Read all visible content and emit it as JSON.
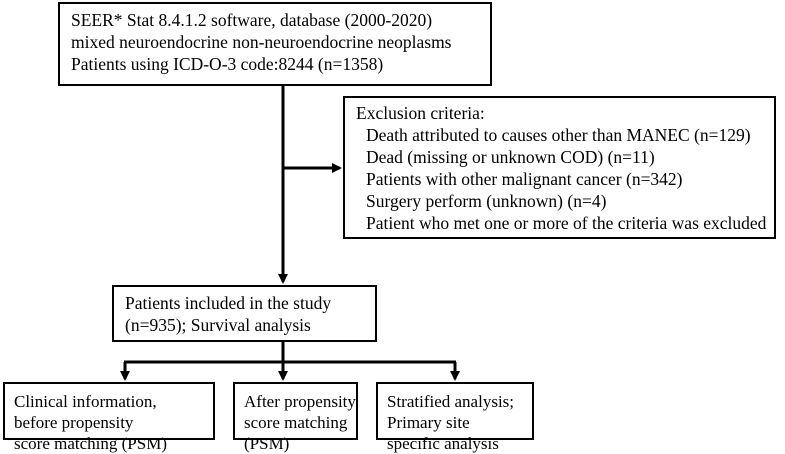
{
  "source": {
    "lines": [
      "SEER* Stat 8.4.1.2 software, database (2000-2020)",
      "mixed neuroendocrine non-neuroendocrine neoplasms",
      "Patients using ICD-O-3 code:8244 (n=1358)"
    ]
  },
  "exclusion": {
    "title": "Exclusion criteria:",
    "criteria": [
      "Death attributed to causes other than MANEC (n=129)",
      "Dead (missing or unknown COD) (n=11)",
      "Patients with other malignant cancer (n=342)",
      "Surgery perform (unknown) (n=4)",
      "Patient who met one or more of the criteria was excluded"
    ]
  },
  "included": {
    "lines": [
      "Patients included in the study",
      "(n=935); Survival analysis"
    ]
  },
  "branches": {
    "clinical": {
      "lines": [
        "Clinical information,",
        "before propensity",
        "score matching (PSM)"
      ]
    },
    "psm": {
      "lines": [
        "After propensity",
        "score matching",
        "(PSM)"
      ]
    },
    "stratified": {
      "lines": [
        "Stratified analysis;",
        "Primary site",
        "specific analysis"
      ]
    }
  },
  "colors": {
    "stroke": "#000000",
    "background": "#ffffff"
  }
}
